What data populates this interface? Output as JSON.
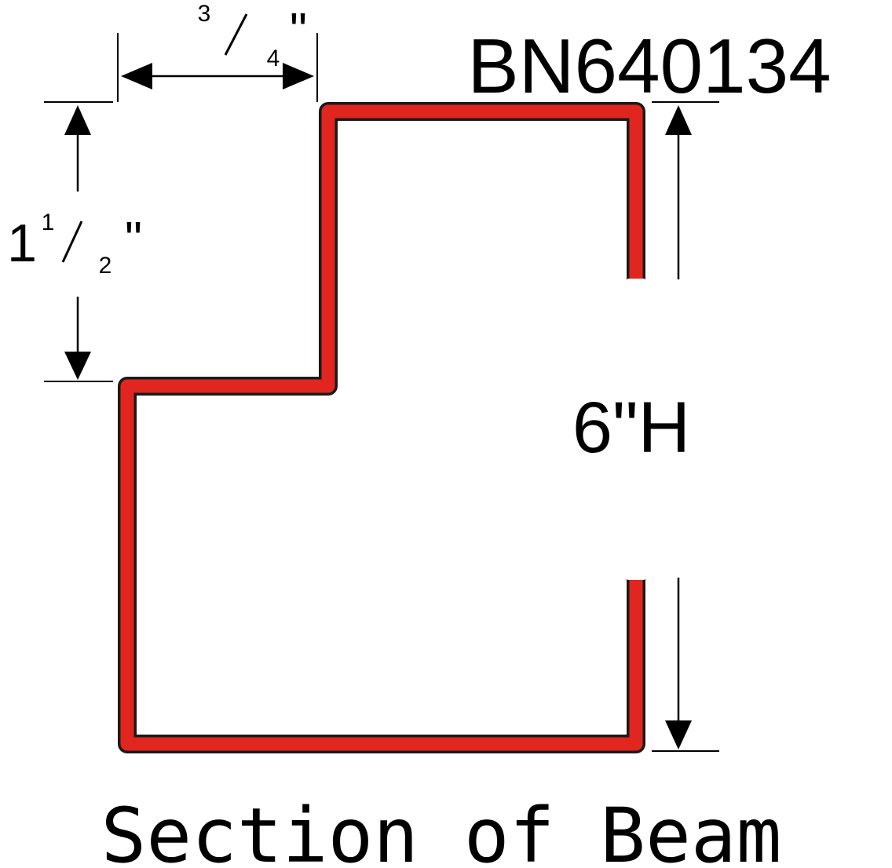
{
  "part_number": "BN640134",
  "caption": "Section of Beam",
  "dimensions": {
    "step_width": {
      "numerator": "3",
      "denominator": "4",
      "unit_mark": "\""
    },
    "step_height": {
      "whole": "1",
      "numerator": "1",
      "denominator": "2",
      "unit_mark": "\""
    },
    "total_height": {
      "label": "6\"H"
    }
  },
  "colors": {
    "profile_fill": "#e0261e",
    "profile_outline": "#1a1a1a",
    "ink": "#000000"
  }
}
